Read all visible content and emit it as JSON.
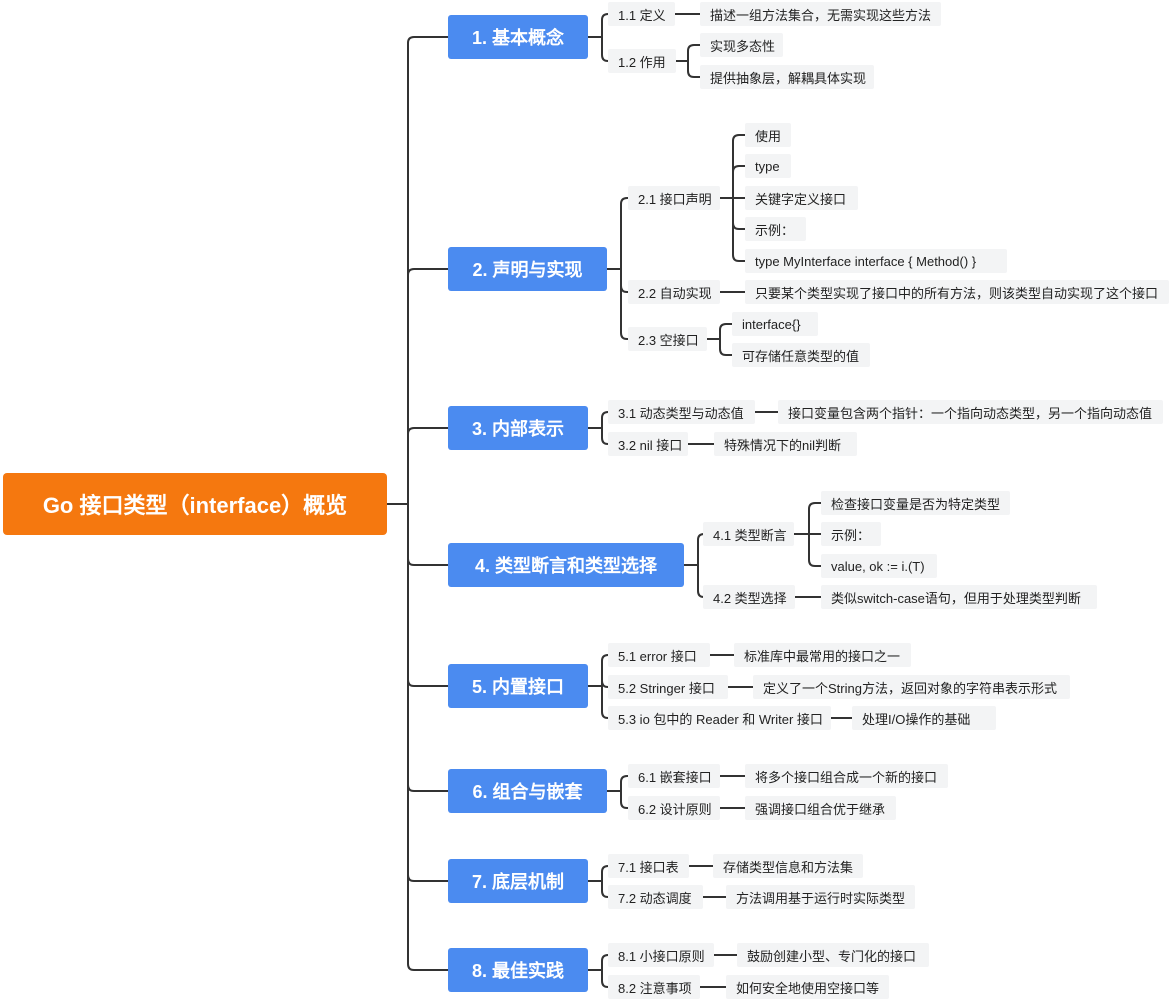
{
  "colors": {
    "root": "#f5780f",
    "main": "#4b8bf0",
    "leaf_bg": "#f3f4f5",
    "line": "#333333"
  },
  "root": {
    "label": "Go 接口类型（interface）概览"
  },
  "branches": [
    {
      "label": "1. 基本概念",
      "children": [
        {
          "label": "1.1 定义",
          "children": [
            "描述一组方法集合，无需实现这些方法"
          ]
        },
        {
          "label": "1.2 作用",
          "children": [
            "实现多态性",
            "提供抽象层，解耦具体实现"
          ]
        }
      ]
    },
    {
      "label": "2. 声明与实现",
      "children": [
        {
          "label": "2.1 接口声明",
          "children": [
            "使用",
            "type",
            "关键字定义接口",
            "示例：",
            "type MyInterface interface { Method() }"
          ]
        },
        {
          "label": "2.2 自动实现",
          "children": [
            "只要某个类型实现了接口中的所有方法，则该类型自动实现了这个接口"
          ]
        },
        {
          "label": "2.3 空接口",
          "children": [
            "interface{}",
            "可存储任意类型的值"
          ]
        }
      ]
    },
    {
      "label": "3. 内部表示",
      "children": [
        {
          "label": "3.1 动态类型与动态值",
          "children": [
            "接口变量包含两个指针：一个指向动态类型，另一个指向动态值"
          ]
        },
        {
          "label": "3.2 nil 接口",
          "children": [
            "特殊情况下的nil判断"
          ]
        }
      ]
    },
    {
      "label": "4. 类型断言和类型选择",
      "children": [
        {
          "label": "4.1 类型断言",
          "children": [
            "检查接口变量是否为特定类型",
            "示例：",
            "value, ok := i.(T)"
          ]
        },
        {
          "label": "4.2 类型选择",
          "children": [
            "类似switch-case语句，但用于处理类型判断"
          ]
        }
      ]
    },
    {
      "label": "5. 内置接口",
      "children": [
        {
          "label": "5.1 error 接口",
          "children": [
            "标准库中最常用的接口之一"
          ]
        },
        {
          "label": "5.2 Stringer 接口",
          "children": [
            "定义了一个String方法，返回对象的字符串表示形式"
          ]
        },
        {
          "label": "5.3 io 包中的 Reader 和 Writer 接口",
          "children": [
            "处理I/O操作的基础"
          ]
        }
      ]
    },
    {
      "label": "6. 组合与嵌套",
      "children": [
        {
          "label": "6.1 嵌套接口",
          "children": [
            "将多个接口组合成一个新的接口"
          ]
        },
        {
          "label": "6.2 设计原则",
          "children": [
            "强调接口组合优于继承"
          ]
        }
      ]
    },
    {
      "label": "7. 底层机制",
      "children": [
        {
          "label": "7.1 接口表",
          "children": [
            "存储类型信息和方法集"
          ]
        },
        {
          "label": "7.2 动态调度",
          "children": [
            "方法调用基于运行时实际类型"
          ]
        }
      ]
    },
    {
      "label": "8. 最佳实践",
      "children": [
        {
          "label": "8.1 小接口原则",
          "children": [
            "鼓励创建小型、专门化的接口"
          ]
        },
        {
          "label": "8.2 注意事项",
          "children": [
            "如何安全地使用空接口等"
          ]
        }
      ]
    }
  ]
}
